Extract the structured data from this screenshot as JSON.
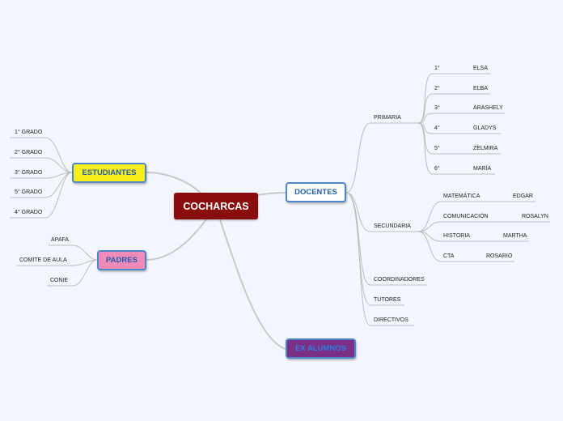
{
  "root": {
    "label": "COCHARCAS"
  },
  "estudiantes": {
    "label": "ESTUDIANTES",
    "items": [
      "1° GRADO",
      "2° GRADO",
      "3° GRADO",
      "5° GRADO",
      "4° GRADO"
    ]
  },
  "padres": {
    "label": "PADRES",
    "items": [
      "APAFA",
      "COMITE DE AULA",
      "CONIE"
    ]
  },
  "docentes": {
    "label": "DOCENTES",
    "primaria": {
      "label": "PRIMARIA",
      "rows": [
        {
          "grade": "1°",
          "name": "ELSA"
        },
        {
          "grade": "2°",
          "name": "ELBA"
        },
        {
          "grade": "3°",
          "name": "ARASHELY"
        },
        {
          "grade": "4°",
          "name": "GLADYS"
        },
        {
          "grade": "5°",
          "name": "ZELMIRA"
        },
        {
          "grade": "6°",
          "name": "MARÍA"
        }
      ]
    },
    "secundaria": {
      "label": "SECUNDARIA",
      "rows": [
        {
          "course": "MATEMÁTICA",
          "name": "EDGAR"
        },
        {
          "course": "COMUNICACIÓN",
          "name": "ROSALYN"
        },
        {
          "course": "HISTORIA",
          "name": "MARTHA"
        },
        {
          "course": "CTA",
          "name": "ROSARIO"
        }
      ]
    },
    "others": [
      "COORDINADORES",
      "TUTORES",
      "DIRECTIVOS"
    ]
  },
  "exalumnos": {
    "label": "EX ALUMNOS"
  },
  "colors": {
    "root": "#8b0c0c",
    "estudiantes": "#f7ee1c",
    "padres": "#f08ab8",
    "docentes": "#ffffff",
    "exalumnos": "#7b2f86",
    "node_border": "#4a86c8",
    "node_text": "#1f5fae",
    "link": "#bfbfbf"
  }
}
